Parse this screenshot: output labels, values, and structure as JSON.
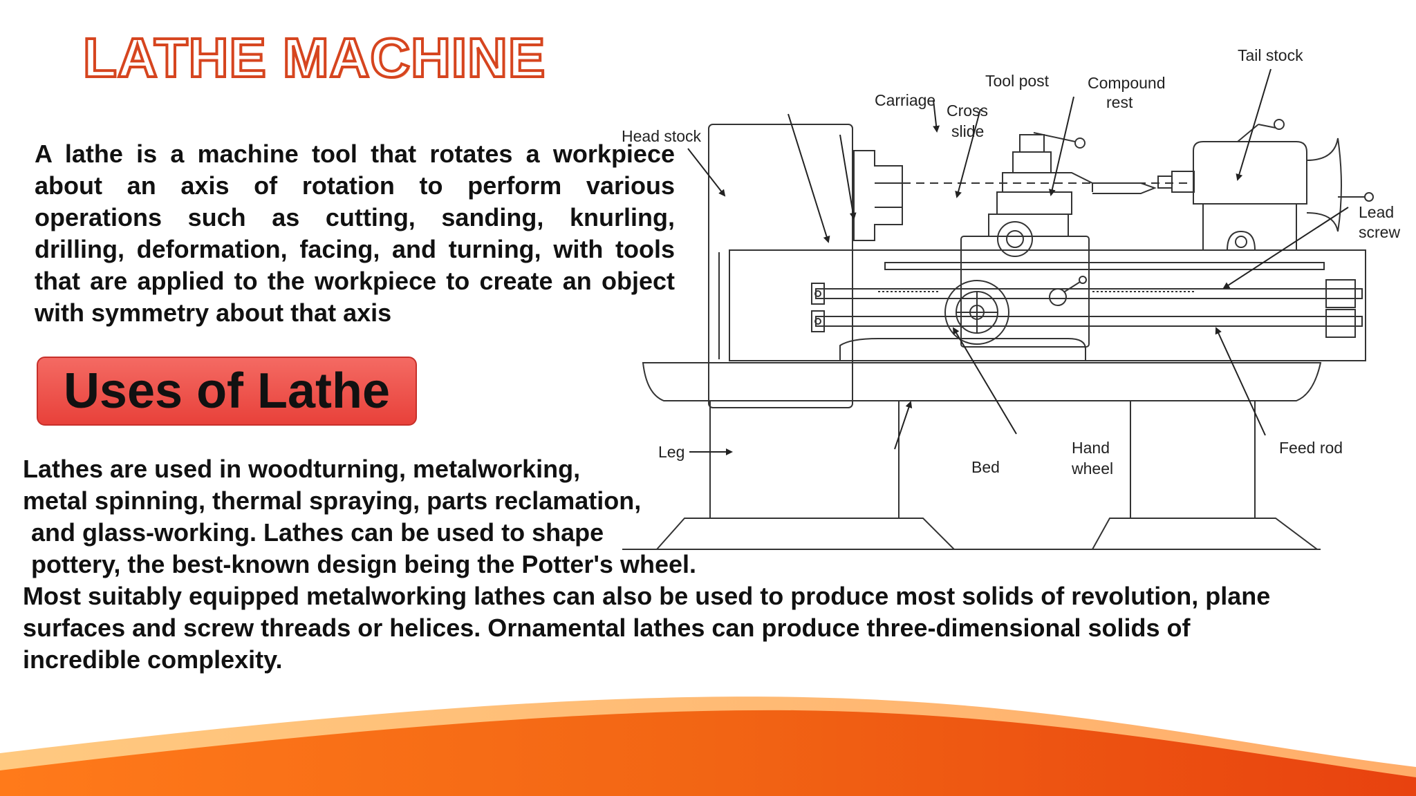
{
  "title": "LATHE MACHINE",
  "intro": "A lathe  is a machine tool that rotates a workpiece about an axis of rotation to perform various operations such as cutting, sanding, knurling, drilling, deformation, facing, and turning, with tools that are applied to the workpiece to create an object with symmetry about that axis",
  "uses": {
    "heading": "Uses of Lathe",
    "lines": [
      "Lathes are used in woodturning, metalworking,",
      "metal spinning, thermal spraying, parts reclamation,",
      "and glass-working. Lathes can be used to shape",
      "pottery, the best-known design being the Potter's wheel.",
      "Most suitably equipped metalworking lathes can also be used to produce most solids of revolution, plane",
      "surfaces and screw threads or helices. Ornamental lathes can produce three-dimensional solids of",
      "incredible complexity."
    ]
  },
  "diagram": {
    "labels": {
      "head_stock": "Head stock",
      "carriage": "Carriage",
      "tool_post": "Tool post",
      "cross": "Cross",
      "slide": "slide",
      "compound": "Compound",
      "rest": "rest",
      "tail_stock": "Tail stock",
      "lead": "Lead",
      "screw": "screw",
      "leg": "Leg",
      "bed": "Bed",
      "hand": "Hand",
      "wheel": "wheel",
      "feed_rod": "Feed rod"
    }
  },
  "colors": {
    "title_outline": "#d6451f",
    "badge": "#e8413a",
    "wave_dark": "#e8420f",
    "wave_light": "#ff9a2e"
  }
}
